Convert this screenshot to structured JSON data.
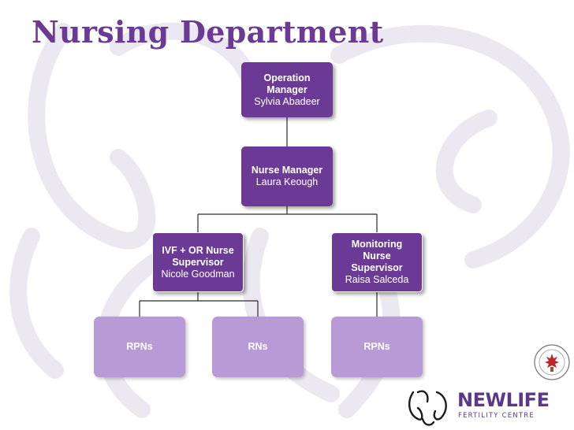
{
  "title": "Nursing Department",
  "colors": {
    "title": "#6b3a95",
    "dark_node": "#6b3a95",
    "light_node": "#b79ad6",
    "connector": "#2b2b2b",
    "watermark": "#ece8f1"
  },
  "org_chart": {
    "operation_manager": {
      "role_line1": "Operation",
      "role_line2": "Manager",
      "name": "Sylvia Abadeer"
    },
    "nurse_manager": {
      "role": "Nurse Manager",
      "name": "Laura Keough"
    },
    "ivf_supervisor": {
      "role_line1": "IVF + OR Nurse",
      "role_line2": "Supervisor",
      "name": "Nicole Goodman"
    },
    "monitoring_supervisor": {
      "role_line1": "Monitoring",
      "role_line2": "Nurse",
      "role_line3": "Supervisor",
      "name": "Raisa Salceda"
    },
    "ivf_rpns": {
      "label": "RPNs"
    },
    "ivf_rns": {
      "label": "RNs"
    },
    "monitoring_rpns": {
      "label": "RPNs"
    }
  },
  "branding": {
    "logo_word": "NEWLIFE",
    "logo_sub": "FERTILITY CENTRE",
    "logo_icon": "newlife-logo-icon",
    "seal_icon": "university-seal-icon"
  }
}
